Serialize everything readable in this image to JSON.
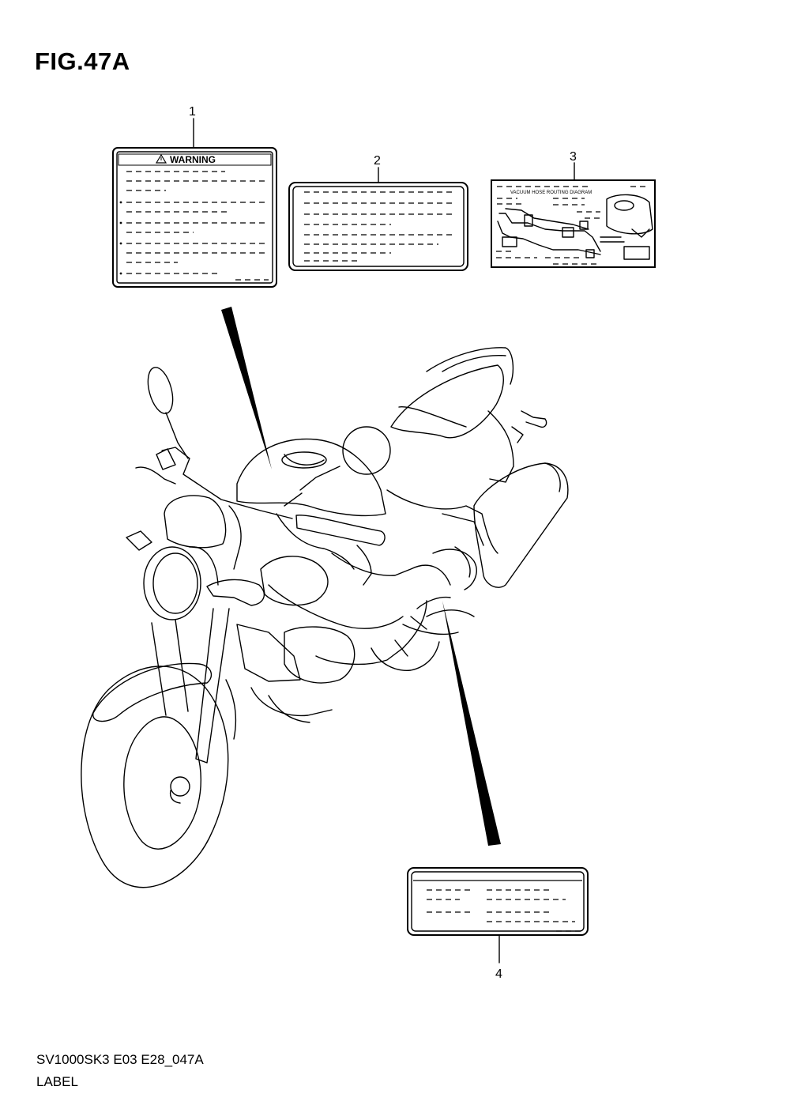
{
  "figure": {
    "title": "FIG.47A",
    "code": "SV1000SK3 E03 E28_047A",
    "description": "LABEL"
  },
  "callouts": [
    {
      "number": "1"
    },
    {
      "number": "2"
    },
    {
      "number": "3"
    },
    {
      "number": "4"
    }
  ],
  "labels": {
    "warning_heading": "WARNING",
    "vacuum_heading": "VACUUM HOSE ROUTING DIAGRAM"
  }
}
